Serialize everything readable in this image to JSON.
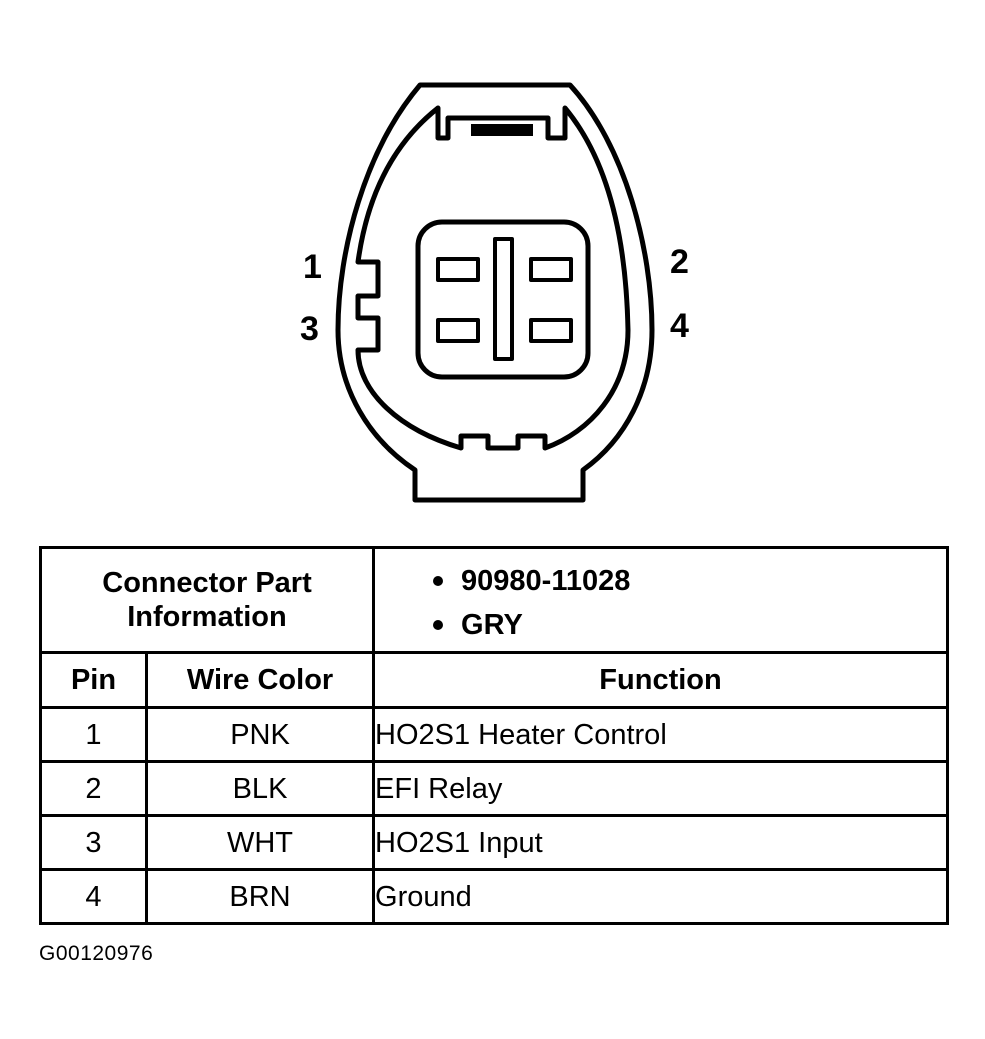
{
  "diagram": {
    "pin_labels": [
      {
        "pin": "1"
      },
      {
        "pin": "2"
      },
      {
        "pin": "3"
      },
      {
        "pin": "4"
      }
    ]
  },
  "connector_info": {
    "label_line1": "Connector Part",
    "label_line2": "Information",
    "values": [
      "90980-11028",
      "GRY"
    ]
  },
  "table": {
    "headers": {
      "pin": "Pin",
      "wire_color": "Wire Color",
      "function": "Function"
    },
    "rows": [
      {
        "pin": "1",
        "wire_color": "PNK",
        "function": "HO2S1 Heater Control"
      },
      {
        "pin": "2",
        "wire_color": "BLK",
        "function": "EFI Relay"
      },
      {
        "pin": "3",
        "wire_color": "WHT",
        "function": "HO2S1 Input"
      },
      {
        "pin": "4",
        "wire_color": "BRN",
        "function": "Ground"
      }
    ]
  },
  "figure_id": "G00120976"
}
